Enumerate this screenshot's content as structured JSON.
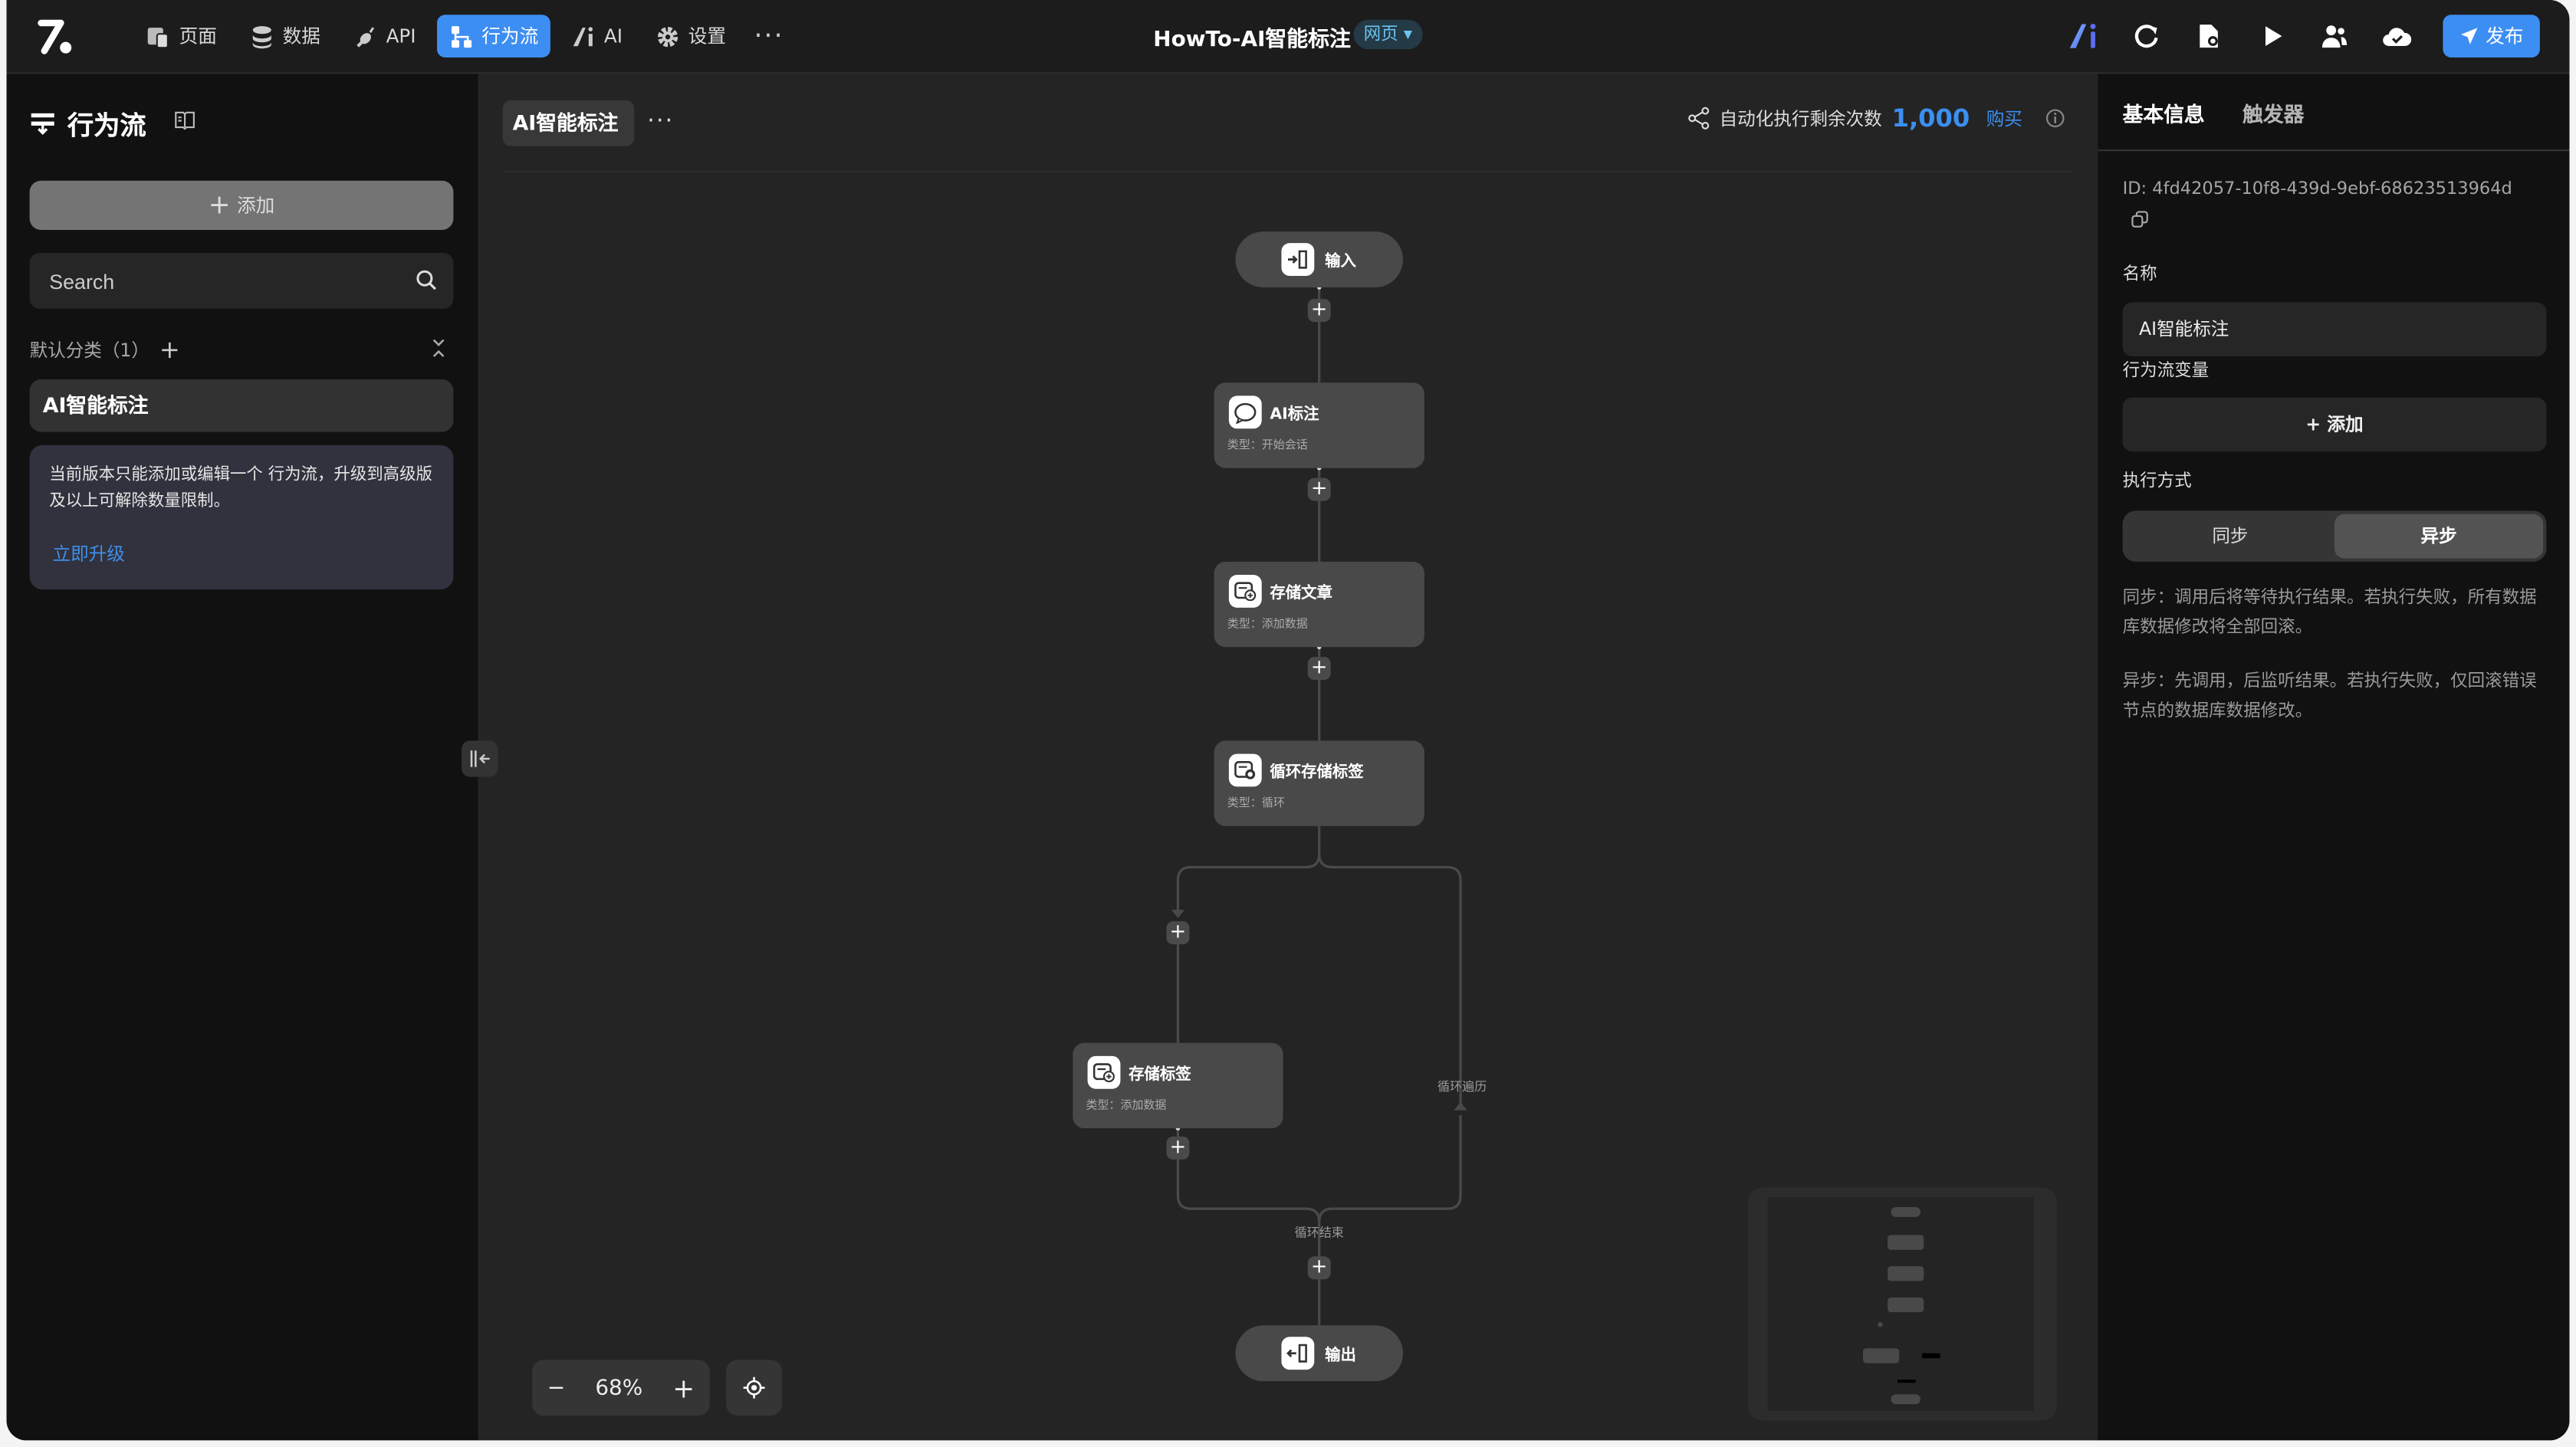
{
  "topbar": {
    "nav": [
      {
        "label": "页面",
        "icon": "page-icon"
      },
      {
        "label": "数据",
        "icon": "database-icon"
      },
      {
        "label": "API",
        "icon": "plug-icon"
      },
      {
        "label": "行为流",
        "icon": "flow-icon",
        "active": true
      },
      {
        "label": "AI",
        "icon": "ai-icon"
      },
      {
        "label": "设置",
        "icon": "gear-icon"
      }
    ],
    "more": "···",
    "app_title": "HowTo-AI智能标注",
    "page_type": "网页 ▾",
    "publish_label": "发布",
    "accent": "#3d8ef2"
  },
  "sidebar": {
    "title": "行为流",
    "add_label": "添加",
    "search_placeholder": "Search",
    "category": "默认分类（1）",
    "category_add": "+",
    "items": [
      {
        "label": "AI智能标注"
      }
    ],
    "notice_text": "当前版本只能添加或编辑一个 行为流，升级到高级版及以上可解除数量限制。",
    "notice_link": "立即升级"
  },
  "canvas": {
    "flow_name": "AI智能标注",
    "more": "···",
    "quota_label": "自动化执行剩余次数",
    "quota_value": "1,000",
    "buy_label": "购买",
    "zoom_level": "68%",
    "zoom_out": "−",
    "zoom_in": "+",
    "nodes": {
      "input": {
        "title": "输入"
      },
      "ai": {
        "title": "AI标注",
        "subtitle": "类型：开始会话"
      },
      "save_article": {
        "title": "存储文章",
        "subtitle": "类型：添加数据"
      },
      "loop": {
        "title": "循环存储标签",
        "subtitle": "类型：循环"
      },
      "save_tag": {
        "title": "存储标签",
        "subtitle": "类型：添加数据"
      },
      "output": {
        "title": "输出"
      }
    },
    "plus": "+",
    "loop_traverse_label": "循环遍历",
    "loop_end_label": "循环结束"
  },
  "panel": {
    "tabs": [
      {
        "label": "基本信息",
        "active": true
      },
      {
        "label": "触发器"
      }
    ],
    "id_text": "ID:  4fd42057-10f8-439d-9ebf-68623513964d",
    "name_label": "名称",
    "name_value": "AI智能标注",
    "vars_label": "行为流变量",
    "vars_add": "+ 添加",
    "exec_label": "执行方式",
    "exec_options": [
      {
        "label": "同步"
      },
      {
        "label": "异步",
        "selected": true
      }
    ],
    "sync_desc": "同步：调用后将等待执行结果。若执行失败，所有数据库数据修改将全部回滚。",
    "async_desc": "异步：先调用，后监听结果。若执行失败，仅回滚错误节点的数据库数据修改。"
  }
}
